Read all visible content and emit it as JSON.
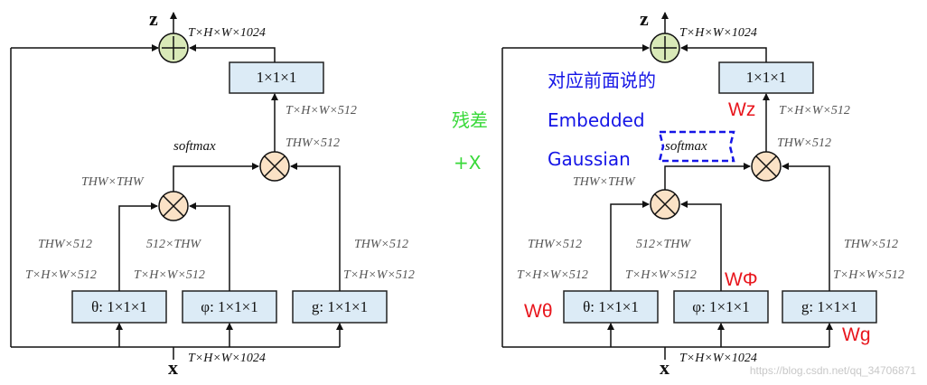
{
  "left_diagram": {
    "output_label": "z",
    "input_label": "x",
    "output_shape": "T×H×W×1024",
    "input_shape": "T×H×W×1024",
    "conv_out": "1×1×1",
    "conv_out_shape": "T×H×W×512",
    "theta_conv": "θ: 1×1×1",
    "phi_conv": "φ: 1×1×1",
    "g_conv": "g: 1×1×1",
    "theta_shape": "T×H×W×512",
    "phi_shape": "T×H×W×512",
    "g_shape": "T×H×W×512",
    "theta_reshape": "THW×512",
    "phi_reshape": "512×THW",
    "g_reshape": "THW×512",
    "affinity_shape": "THW×THW",
    "softmax_label": "softmax",
    "weighted_shape": "THW×512"
  },
  "right_diagram": {
    "output_label": "z",
    "input_label": "x",
    "output_shape": "T×H×W×1024",
    "input_shape": "T×H×W×1024",
    "conv_out": "1×1×1",
    "conv_out_shape": "T×H×W×512",
    "theta_conv": "θ: 1×1×1",
    "phi_conv": "φ: 1×1×1",
    "g_conv": "g: 1×1×1",
    "theta_shape": "T×H×W×512",
    "phi_shape": "T×H×W×512",
    "g_shape": "T×H×W×512",
    "theta_reshape": "THW×512",
    "phi_reshape": "512×THW",
    "g_reshape": "THW×512",
    "affinity_shape": "THW×THW",
    "softmax_label": "softmax",
    "weighted_shape": "THW×512"
  },
  "annotations": {
    "wz": "Wz",
    "wphi": "WΦ",
    "wtheta": "Wθ",
    "wg": "Wg",
    "blue_line1": "对应前面说的",
    "blue_line2": "Embedded",
    "blue_line3": "Gaussian",
    "residual_line1": "残差",
    "residual_line2": "+X",
    "colors": {
      "red": "#e8161d",
      "blue": "#1515e6",
      "green": "#39d93a"
    }
  },
  "watermark": "https://blog.csdn.net/qq_34706871"
}
